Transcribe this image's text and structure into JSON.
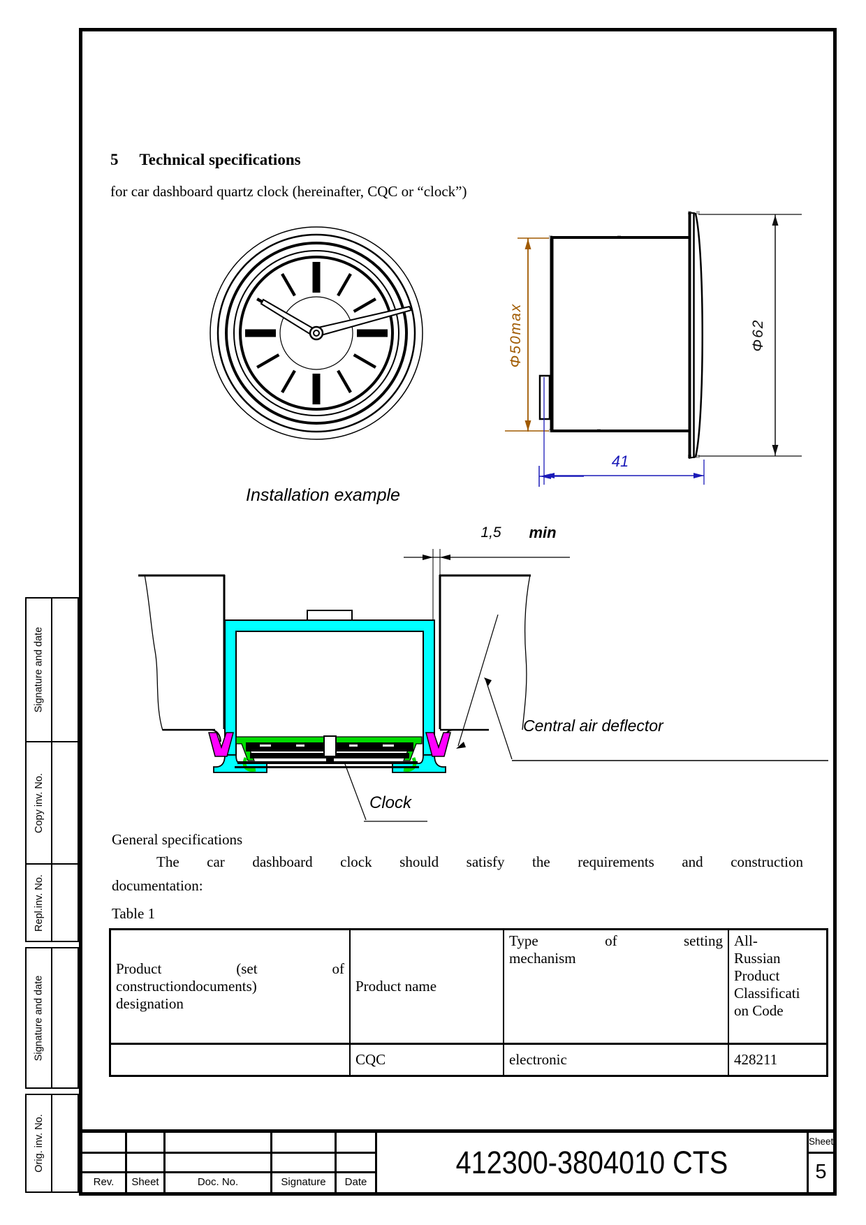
{
  "doc": {
    "section_number": "5",
    "section_title": "Technical specifications",
    "subtitle": "for car dashboard quartz clock (hereinafter, CQC or “clock”)",
    "general_heading": "General specifications",
    "paragraph_line1": "The car dashboard clock should satisfy the requirements and construction",
    "paragraph_line2": "documentation:",
    "table_caption": "Table 1"
  },
  "drawing": {
    "installation_caption": "Installation example",
    "deflector_label": "Central air deflector",
    "clock_label": "Clock",
    "dim_diameter_body": "Φ50max",
    "dim_diameter_bezel": "Φ62",
    "dim_depth": "41",
    "dim_gap_value": "1,5",
    "dim_gap_unit": "min",
    "colors": {
      "housing_cyan": "#00ffff",
      "clip_magenta": "#ff00ff",
      "gasket_green": "#00dc00",
      "depth_dim_blue": "#1a1ab8",
      "body_dim_brown": "#a05a00"
    }
  },
  "table": {
    "header_col1_lines": [
      "Product (set of",
      "constructiondocuments)",
      "designation"
    ],
    "header_col2": "Product name",
    "header_col3_lines": [
      "Type of setting",
      "mechanism"
    ],
    "header_col4_lines": [
      "All-",
      "Russian",
      "Product",
      "Classificati",
      "on Code"
    ],
    "row": {
      "designation": "",
      "product_name": "CQC",
      "mechanism": "electronic",
      "code": "428211"
    }
  },
  "sidebar": {
    "items": [
      "Signature and date",
      "Copy inv. No.",
      "Repl.inv. No.",
      "Signature and date",
      "Orig. inv. No."
    ]
  },
  "titleblock": {
    "labels": [
      "Rev.",
      "Sheet",
      "Doc. No.",
      "Signature",
      "Date"
    ],
    "doc_number": "412300-3804010 CTS",
    "sheet_label": "Sheet",
    "sheet_number": "5"
  }
}
